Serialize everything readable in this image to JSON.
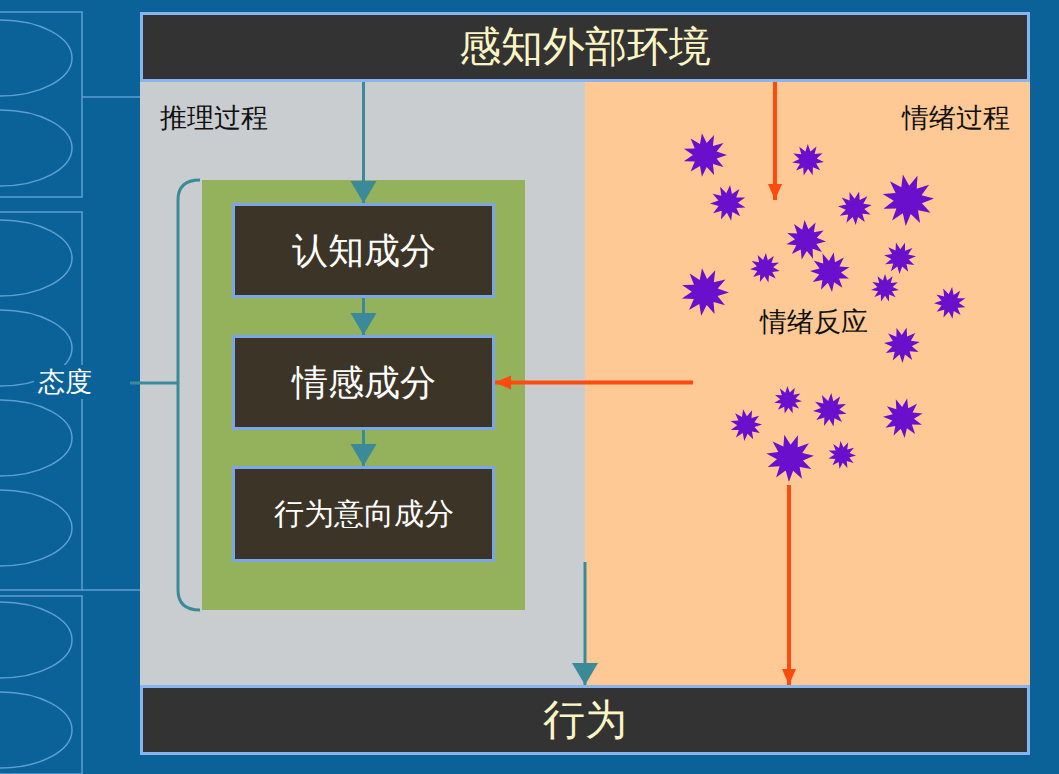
{
  "diagram": {
    "nodes": [
      {
        "text": [
          "感知外部环境"
        ]
      },
      {
        "text": [
          "推理过程"
        ]
      },
      {
        "text": [
          "认知成分"
        ],
        "in": 1
      },
      {
        "text": [
          "情感成分"
        ],
        "in": 1
      },
      {
        "text": [
          "行为意向成分"
        ],
        "in": 1
      },
      {
        "text": [
          "情绪过程"
        ]
      },
      {
        "text": [
          "情绪反应"
        ],
        "in": 5
      },
      {
        "text": [
          "行为"
        ]
      }
    ],
    "edges": [
      {
        "from": 0,
        "to": 2,
        "arrow": "to"
      },
      {
        "from": 2,
        "to": 3,
        "arrow": "to"
      },
      {
        "from": 3,
        "to": 4,
        "arrow": "to"
      },
      {
        "from": 4,
        "to": 7,
        "arrow": "to"
      },
      {
        "from": 0,
        "to": 6,
        "arrow": "to"
      },
      {
        "from": 6,
        "to": 3,
        "arrow": "to"
      },
      {
        "from": 6,
        "to": 7,
        "arrow": "to"
      }
    ],
    "labels": [
      "态度"
    ]
  }
}
